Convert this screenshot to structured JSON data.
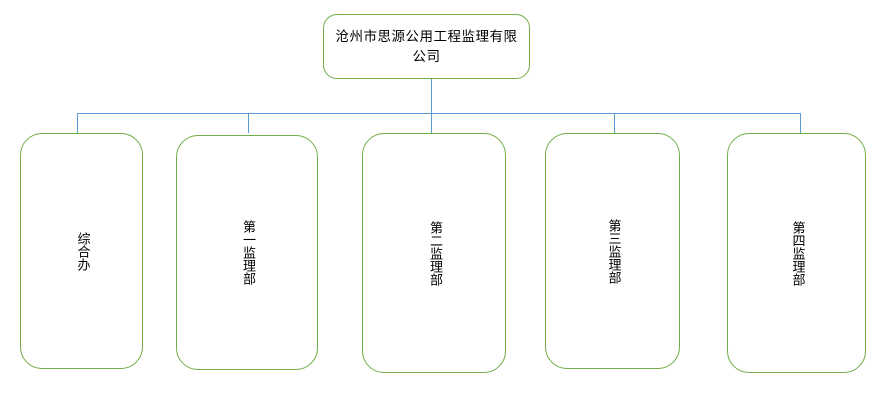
{
  "diagram": {
    "title_text": "沧州市思源公用工程监理有限公司",
    "type": "org-chart",
    "background_color": "#ffffff",
    "box_border_color": "#70AD47",
    "connector_color": "#5B9BD5",
    "root": {
      "label": "沧州市思源公用工程监理有限公司",
      "orientation": "horizontal"
    },
    "children": [
      {
        "label": "综合办",
        "orientation": "vertical"
      },
      {
        "label": "第一监理部",
        "orientation": "vertical"
      },
      {
        "label": "第二监理部",
        "orientation": "vertical"
      },
      {
        "label": "第三监理部",
        "orientation": "vertical"
      },
      {
        "label": "第四监理部",
        "orientation": "vertical"
      }
    ]
  }
}
